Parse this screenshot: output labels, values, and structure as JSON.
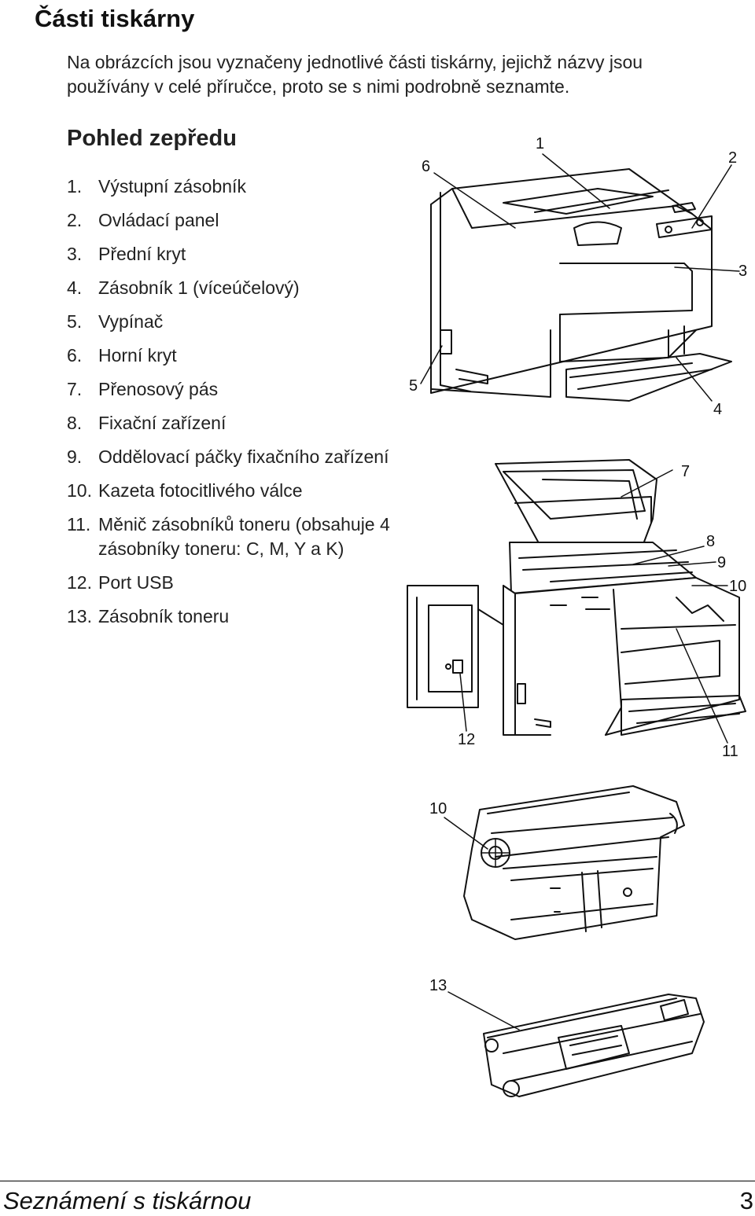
{
  "page": {
    "title": "Části tiskárny",
    "intro": "Na obrázcích jsou vyznačeny jednotlivé části tiskárny, jejichž názvy jsou používány v celé příručce, proto se s nimi podrobně seznamte."
  },
  "section": {
    "title": "Pohled zepředu",
    "parts": [
      {
        "num": "1.",
        "label": "Výstupní zásobník"
      },
      {
        "num": "2.",
        "label": "Ovládací panel"
      },
      {
        "num": "3.",
        "label": "Přední kryt"
      },
      {
        "num": "4.",
        "label": "Zásobník 1 (víceúčelový)"
      },
      {
        "num": "5.",
        "label": "Vypínač"
      },
      {
        "num": "6.",
        "label": "Horní kryt"
      },
      {
        "num": "7.",
        "label": "Přenosový pás"
      },
      {
        "num": "8.",
        "label": "Fixační zařízení"
      },
      {
        "num": "9.",
        "label": "Oddělovací páčky fixačního zařízení"
      },
      {
        "num": "10.",
        "label": "Kazeta fotocitlivého válce"
      },
      {
        "num": "11.",
        "label": "Měnič zásobníků toneru (obsahuje 4 zásobníky toneru: C, M, Y a K)"
      },
      {
        "num": "12.",
        "label": "Port USB"
      },
      {
        "num": "13.",
        "label": "Zásobník toneru"
      }
    ]
  },
  "figure": {
    "callouts": {
      "c1": "1",
      "c2": "2",
      "c3": "3",
      "c4": "4",
      "c5": "5",
      "c6": "6",
      "c7": "7",
      "c8": "8",
      "c9": "9",
      "c10a": "10",
      "c10b": "10",
      "c11": "11",
      "c12": "12",
      "c13": "13"
    }
  },
  "footer": {
    "title": "Seznámení s tiskárnou",
    "page_number": "3"
  }
}
